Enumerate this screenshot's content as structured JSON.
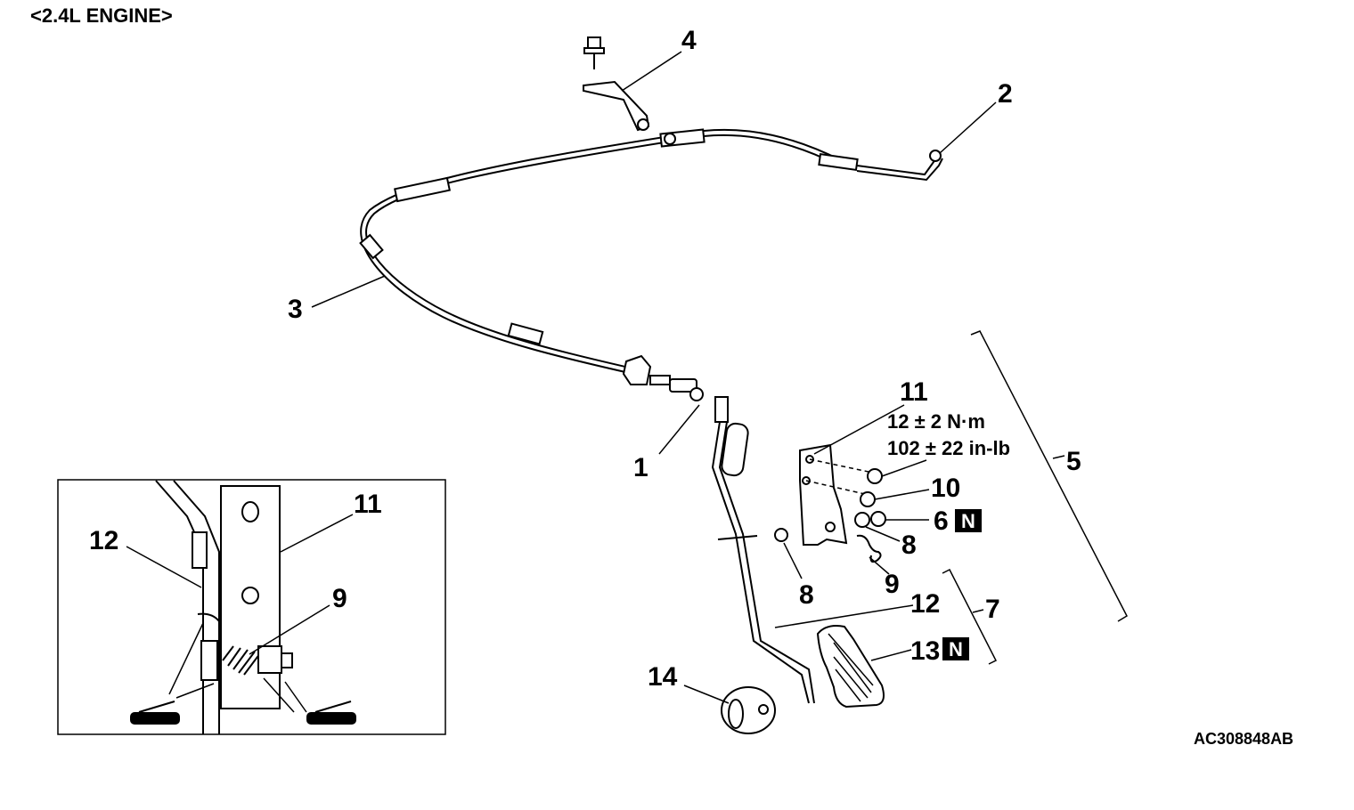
{
  "header": "<2.4L ENGINE>",
  "figure_code": "AC308848AB",
  "labels": {
    "l1": "1",
    "l2": "2",
    "l3": "3",
    "l4": "4",
    "l5": "5",
    "l6": "6",
    "l7": "7",
    "l8a": "8",
    "l8b": "8",
    "l9": "9",
    "l10": "10",
    "l11": "11",
    "l12": "12",
    "l13": "13",
    "l14": "14"
  },
  "badges": {
    "n6": "N",
    "n13": "N"
  },
  "torque": {
    "metric": "12 ± 2 N·m",
    "imperial": "102 ± 22 in-lb"
  },
  "inset_labels": {
    "i11": "11",
    "i12": "12",
    "i9": "9"
  }
}
